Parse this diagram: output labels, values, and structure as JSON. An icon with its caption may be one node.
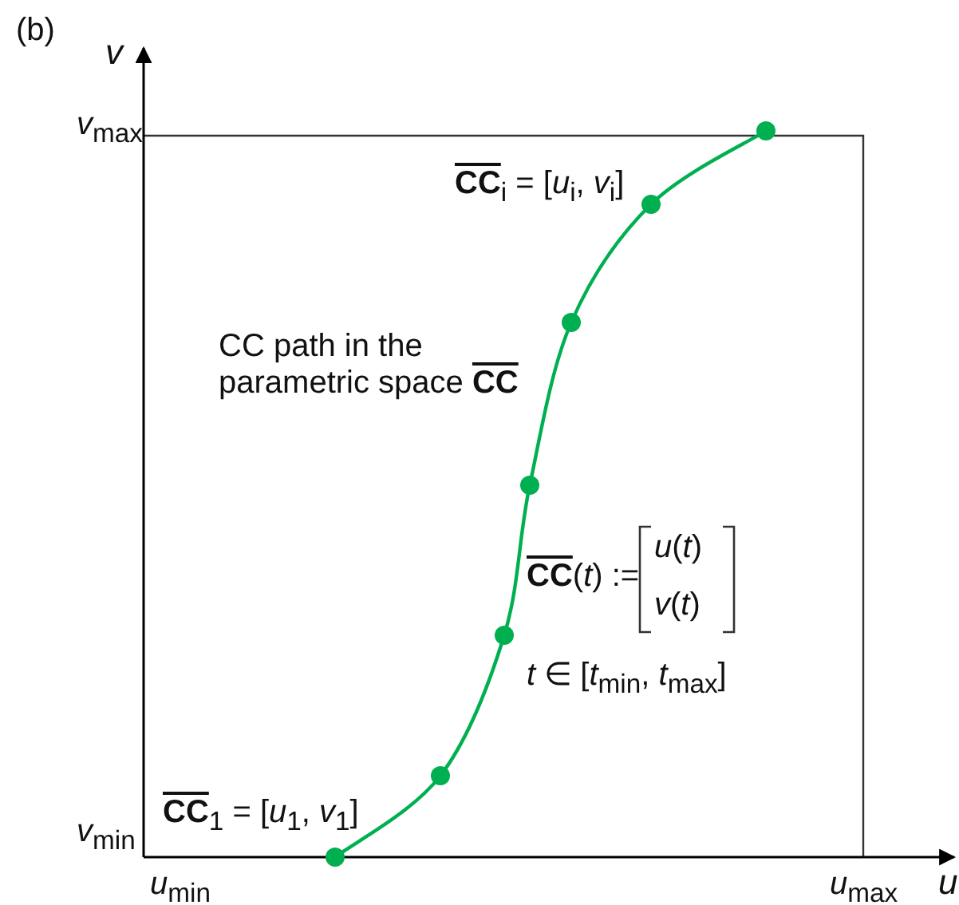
{
  "diagram": {
    "labels": [
      "(b)",
      "v",
      "*v*$_{max}$",
      "*v*$_{min}$",
      "*u*$_{min}$",
      "*u*$_{max}$",
      "u",
      "**CC**$_{i}$ = [*u*$_{i}$, *v*$_{i}$]",
      "CC path in the parametric space **CC**",
      "**CC**(*t*) :=",
      "*u*(*t*)",
      "*v*(*t*)",
      "*t* ∈ [*t*$_{min}$, *t*$_{max}$]",
      "**CC**$_{1}$ = [*u*$_{1}$, *v*$_{1}$]"
    ]
  }
}
